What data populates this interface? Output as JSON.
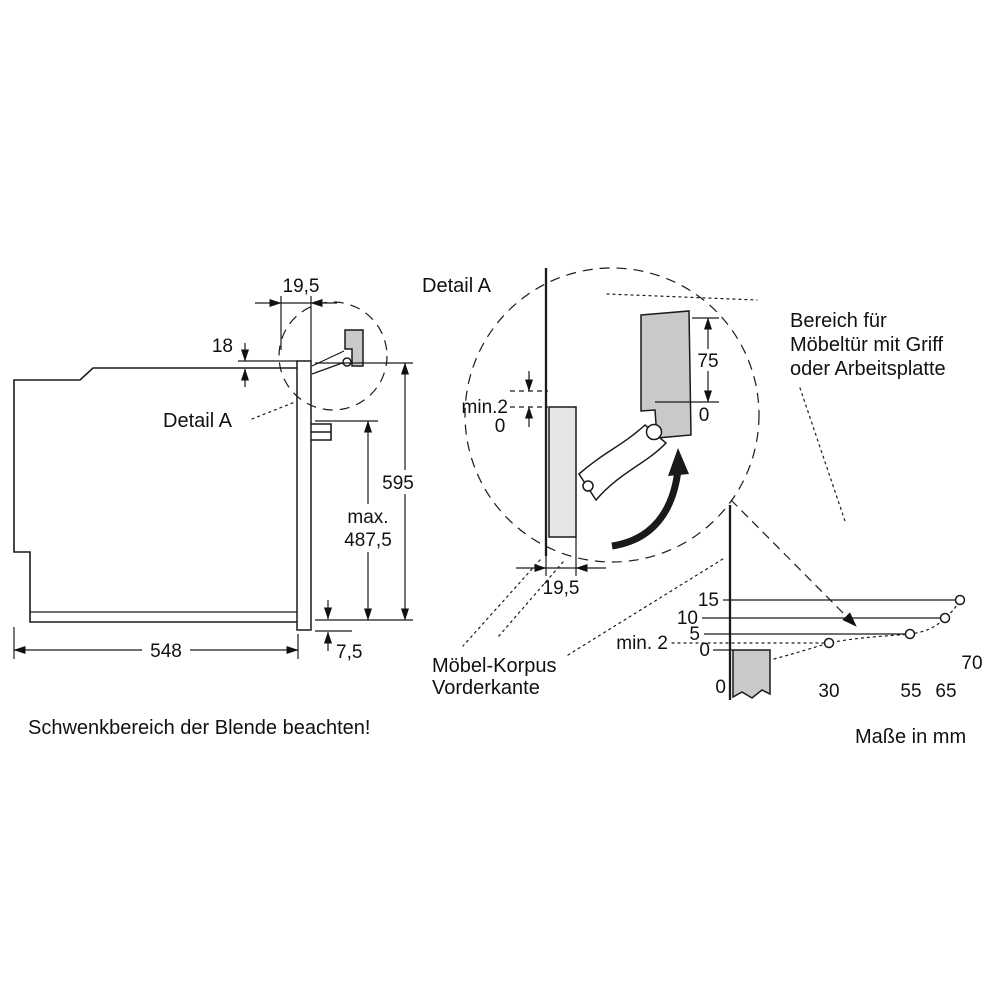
{
  "colors": {
    "line": "#1a1a1a",
    "gray_fill": "#c9c9c9",
    "light_gray_fill": "#e6e6e6",
    "background": "#ffffff"
  },
  "left_view": {
    "dim_hinge_offset": "19,5",
    "dim_top_inset": "18",
    "detail_label": "Detail A",
    "dim_height": "595",
    "dim_max_prefix": "max.",
    "dim_max_value": "487,5",
    "dim_depth": "548",
    "dim_bottom_lip": "7,5",
    "note": "Schwenkbereich der Blende beachten!"
  },
  "detail_view": {
    "label": "Detail A",
    "dim_min_gap": "min.2",
    "dim_min_gap_zero": "0",
    "dim_door": "75",
    "dim_door_zero": "0",
    "dim_front_offset": "19,5",
    "korpus_line1": "Möbel-Korpus",
    "korpus_line2": "Vorderkante"
  },
  "area_note": {
    "line1": "Bereich für",
    "line2": "Möbeltür mit Griff",
    "line3": "oder Arbeitsplatte"
  },
  "clearance_graph": {
    "y_labels": [
      "15",
      "10",
      "5",
      "0"
    ],
    "min_label": "min. 2",
    "origin_label": "0",
    "x_labels": [
      "30",
      "55",
      "65",
      "70"
    ]
  },
  "footer": {
    "units": "Maße in mm"
  }
}
